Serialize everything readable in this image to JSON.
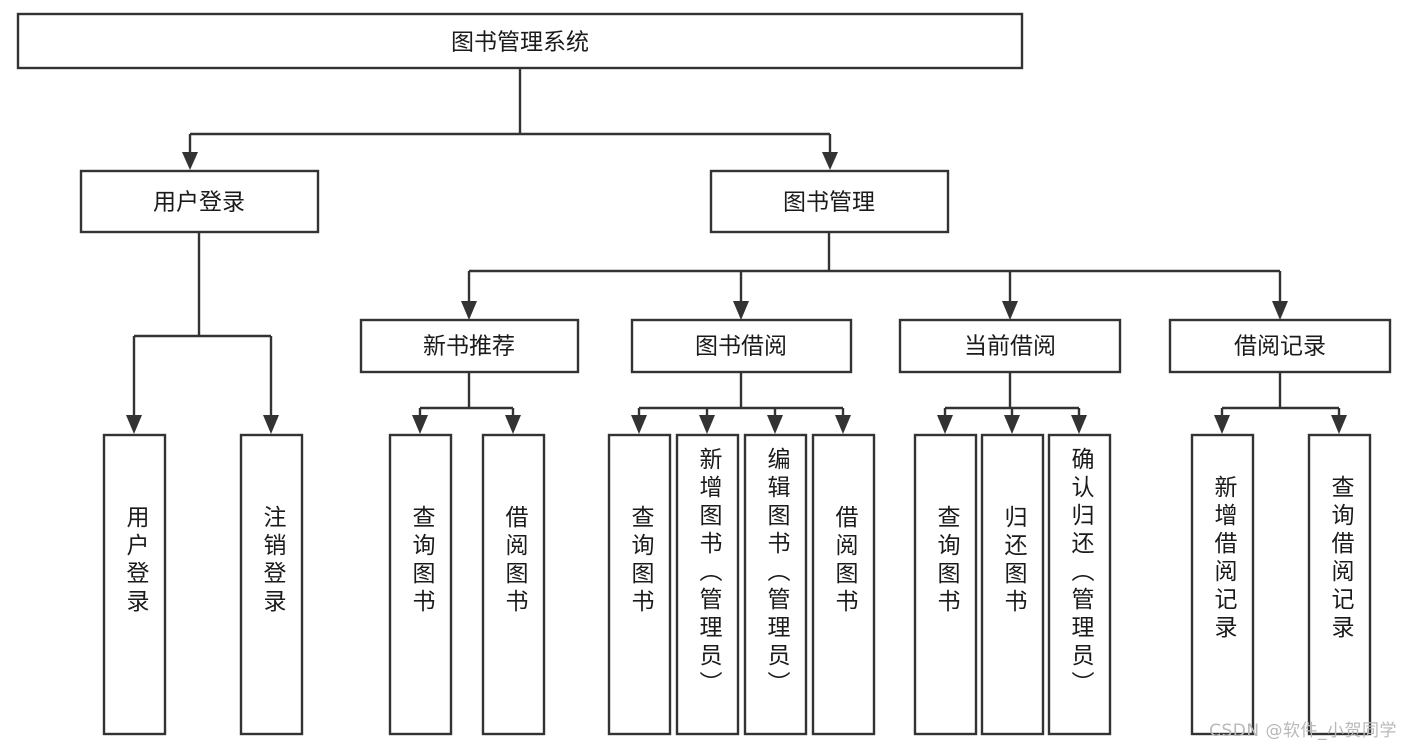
{
  "diagram": {
    "title": "图书管理系统",
    "type": "tree",
    "orientation": "top-down",
    "background_color": "#ffffff",
    "stroke_color": "#333333",
    "text_color": "#1b1b1b"
  },
  "root": {
    "label": "图书管理系统"
  },
  "level2": [
    {
      "label": "用户登录"
    },
    {
      "label": "图书管理"
    }
  ],
  "level3": [
    {
      "label": "新书推荐"
    },
    {
      "label": "图书借阅"
    },
    {
      "label": "当前借阅"
    },
    {
      "label": "借阅记录"
    }
  ],
  "leaves": {
    "user_login": [
      {
        "label": "用户登录"
      },
      {
        "label": "注销登录"
      }
    ],
    "new_book_recommend": [
      {
        "label": "查询图书"
      },
      {
        "label": "借阅图书"
      }
    ],
    "book_borrow": [
      {
        "label": "查询图书"
      },
      {
        "label": "新增图书（管理员）"
      },
      {
        "label": "编辑图书（管理员）"
      },
      {
        "label": "借阅图书"
      }
    ],
    "current_borrow": [
      {
        "label": "查询图书"
      },
      {
        "label": "归还图书"
      },
      {
        "label": "确认归还（管理员）"
      }
    ],
    "borrow_record": [
      {
        "label": "新增借阅记录"
      },
      {
        "label": "查询借阅记录"
      }
    ]
  },
  "watermark": {
    "text": "CSDN @软件_小贺同学"
  }
}
